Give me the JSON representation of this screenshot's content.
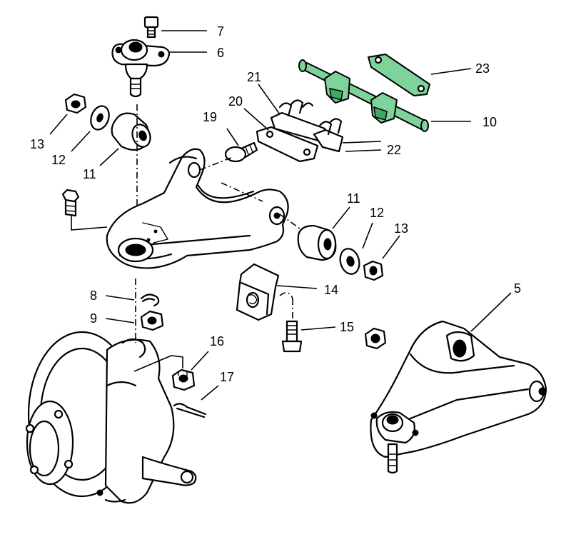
{
  "callouts": [
    {
      "id": "c7",
      "text": "7"
    },
    {
      "id": "c6",
      "text": "6"
    },
    {
      "id": "c23",
      "text": "23"
    },
    {
      "id": "c21",
      "text": "21"
    },
    {
      "id": "c20",
      "text": "20"
    },
    {
      "id": "c19",
      "text": "19"
    },
    {
      "id": "c10",
      "text": "10"
    },
    {
      "id": "c22",
      "text": "22"
    },
    {
      "id": "c13a",
      "text": "13"
    },
    {
      "id": "c12a",
      "text": "12"
    },
    {
      "id": "c11a",
      "text": "11"
    },
    {
      "id": "c11b",
      "text": "11"
    },
    {
      "id": "c12b",
      "text": "12"
    },
    {
      "id": "c13b",
      "text": "13"
    },
    {
      "id": "c14",
      "text": "14"
    },
    {
      "id": "c8",
      "text": "8"
    },
    {
      "id": "c9",
      "text": "9"
    },
    {
      "id": "c15",
      "text": "15"
    },
    {
      "id": "c5",
      "text": "5"
    },
    {
      "id": "c16",
      "text": "16"
    },
    {
      "id": "c17",
      "text": "17"
    }
  ],
  "colors": {
    "highlight": "#7ed39a",
    "line": "#000000",
    "background": "#ffffff"
  }
}
